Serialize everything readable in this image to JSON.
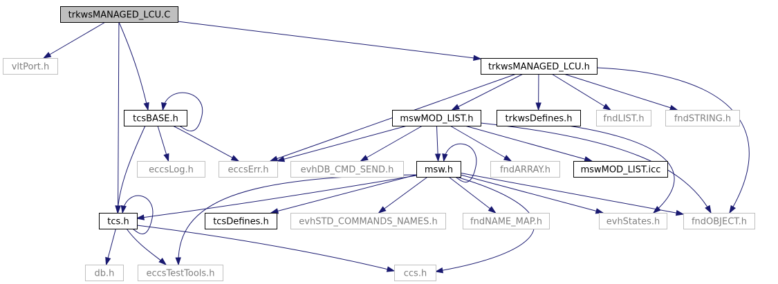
{
  "graph": {
    "nodes": [
      {
        "id": "root",
        "label": "trkwsMANAGED_LCU.C",
        "kind": "root"
      },
      {
        "id": "vltPort",
        "label": "vltPort.h",
        "kind": "ext"
      },
      {
        "id": "mlcuh",
        "label": "trkwsMANAGED_LCU.h",
        "kind": "doc"
      },
      {
        "id": "tcsBASE",
        "label": "tcsBASE.h",
        "kind": "doc"
      },
      {
        "id": "mswMOD",
        "label": "mswMOD_LIST.h",
        "kind": "doc"
      },
      {
        "id": "trkwsDef",
        "label": "trkwsDefines.h",
        "kind": "doc"
      },
      {
        "id": "fndLIST",
        "label": "fndLIST.h",
        "kind": "ext"
      },
      {
        "id": "fndSTRING",
        "label": "fndSTRING.h",
        "kind": "ext"
      },
      {
        "id": "eccsLog",
        "label": "eccsLog.h",
        "kind": "ext"
      },
      {
        "id": "eccsErr",
        "label": "eccsErr.h",
        "kind": "ext"
      },
      {
        "id": "evhDB",
        "label": "evhDB_CMD_SEND.h",
        "kind": "ext"
      },
      {
        "id": "msw",
        "label": "msw.h",
        "kind": "doc"
      },
      {
        "id": "fndARRAY",
        "label": "fndARRAY.h",
        "kind": "ext"
      },
      {
        "id": "mswICC",
        "label": "mswMOD_LIST.icc",
        "kind": "doc"
      },
      {
        "id": "tcs",
        "label": "tcs.h",
        "kind": "doc"
      },
      {
        "id": "tcsDef",
        "label": "tcsDefines.h",
        "kind": "doc"
      },
      {
        "id": "evhSTD",
        "label": "evhSTD_COMMANDS_NAMES.h",
        "kind": "ext"
      },
      {
        "id": "fndNAME",
        "label": "fndNAME_MAP.h",
        "kind": "ext"
      },
      {
        "id": "evhStates",
        "label": "evhStates.h",
        "kind": "ext"
      },
      {
        "id": "fndOBJ",
        "label": "fndOBJECT.h",
        "kind": "ext"
      },
      {
        "id": "db",
        "label": "db.h",
        "kind": "ext"
      },
      {
        "id": "eccsTT",
        "label": "eccsTestTools.h",
        "kind": "ext"
      },
      {
        "id": "ccs",
        "label": "ccs.h",
        "kind": "ext"
      }
    ],
    "edges": [
      [
        "root",
        "vltPort"
      ],
      [
        "root",
        "mlcuh"
      ],
      [
        "root",
        "tcsBASE"
      ],
      [
        "root",
        "tcs"
      ],
      [
        "mlcuh",
        "mswMOD"
      ],
      [
        "mlcuh",
        "trkwsDef"
      ],
      [
        "mlcuh",
        "fndLIST"
      ],
      [
        "mlcuh",
        "fndSTRING"
      ],
      [
        "mlcuh",
        "eccsErr"
      ],
      [
        "mlcuh",
        "fndOBJ"
      ],
      [
        "tcsBASE",
        "tcsBASE"
      ],
      [
        "tcsBASE",
        "eccsLog"
      ],
      [
        "tcsBASE",
        "eccsErr"
      ],
      [
        "tcsBASE",
        "tcs"
      ],
      [
        "mswMOD",
        "eccsErr"
      ],
      [
        "mswMOD",
        "evhDB"
      ],
      [
        "mswMOD",
        "msw"
      ],
      [
        "mswMOD",
        "fndARRAY"
      ],
      [
        "mswMOD",
        "mswICC"
      ],
      [
        "mswMOD",
        "fndOBJ"
      ],
      [
        "trkwsDef",
        "evhStates"
      ],
      [
        "msw",
        "msw"
      ],
      [
        "msw",
        "tcs"
      ],
      [
        "msw",
        "tcsDef"
      ],
      [
        "msw",
        "evhSTD"
      ],
      [
        "msw",
        "fndNAME"
      ],
      [
        "msw",
        "evhStates"
      ],
      [
        "msw",
        "fndOBJ"
      ],
      [
        "msw",
        "eccsTT"
      ],
      [
        "msw",
        "ccs"
      ],
      [
        "tcs",
        "tcs"
      ],
      [
        "tcs",
        "db"
      ],
      [
        "tcs",
        "eccsTT"
      ],
      [
        "tcs",
        "ccs"
      ]
    ]
  },
  "colors": {
    "edge": "#191970",
    "root_fill": "#bfbfbf",
    "doc_border": "#000000",
    "ext_border": "#bfbfbf",
    "ext_text": "#7f7f7f"
  }
}
